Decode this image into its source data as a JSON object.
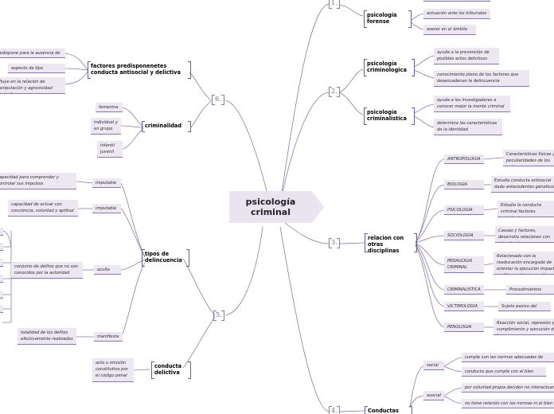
{
  "root": "psicología criminal",
  "branch_numbers": {
    "b1": "1.",
    "b2": "2.",
    "b3": "3.",
    "b4": "4.",
    "b5": "5.",
    "b6": "6."
  },
  "b1": {
    "title": "psicología forense",
    "leaves": [
      "actuación ante los tribunales",
      "asesor en el ámbito"
    ]
  },
  "b2": {
    "criminologica": {
      "title": "psicología criminologica",
      "leaves": [
        "ayuda a la prevención de posibles actos delictivos",
        "conocimiento pleno de los factores que desencadenan la delincuencia"
      ]
    },
    "criminalistica": {
      "title": "psicología criminalistica",
      "leaves": [
        "ayuda a los investigadores a conocer mejor la mente criminal",
        "determina las características de la identidad"
      ]
    }
  },
  "b3": {
    "title": "relacion con otras disciplinas",
    "items": [
      {
        "label": "ANTROPOLOGIA",
        "desc": "Caracteristicas físicas y peculiaridades de los autores"
      },
      {
        "label": "BIOLOGIA",
        "desc": "Estudia conducta antisocial dado antecedentes geneticos"
      },
      {
        "label": "PSICOLOGIA",
        "desc": "Estudia la conducta criminal factores psicologicos"
      },
      {
        "label": "SOCIOLOGIA",
        "desc": "Causas y factores, desarrollo relaciones con otros hechos"
      },
      {
        "label": "PEDAGOGIA CRIMINAL",
        "desc": "Relacionado con la reeducación encargado de orientar la ejecución impacto positivo en la reinserción"
      },
      {
        "label": "CRIMINALISTICA",
        "desc": "Procedimientos aplicados"
      },
      {
        "label": "VICTIMOLOGIA",
        "desc": "Sujeto pasivo del delito"
      },
      {
        "label": "PENOLOGIA",
        "desc": "Reacción social, represión y cumplimiento y ejecución de la pena"
      }
    ]
  },
  "b4": {
    "title": "Conductas",
    "groups": [
      {
        "label": "social",
        "leaves": [
          "cumple con las normas adecuadas de convivencia",
          "conducta que cumple con el bien comun"
        ]
      },
      {
        "label": "asocial",
        "leaves": [
          "por voluntad propia deciden no interactuar",
          "no tiene relación con las normas ni el bien comun"
        ]
      }
    ]
  },
  "b5": {
    "tipos": {
      "title": "tipos de delincuencia",
      "items": [
        {
          "label": "imputable",
          "desc": "capacidad para comprender y controlar sus impulsos"
        },
        {
          "label": "imputable",
          "desc": "capacidad de actuar con conciencia, voluntad y aptitud"
        },
        {
          "label": "oculta",
          "desc": "conjunto de delitos que no son conocidos por la autoridad"
        },
        {
          "label": "manifiesta",
          "desc": "totalidad de los delitos efectivamente realizados"
        }
      ]
    },
    "conducta": {
      "title": "conducta delictiva",
      "leaf": "acto u omisión constitutivo por el código penal"
    }
  },
  "b6": {
    "factores": {
      "title": "factores predisponenetes conducta antisocial y delictiva",
      "leaves": [
        "predispone para la ausencia de conducta",
        "aspecto de tipo emocional",
        "influye en la relación de manipulación y agresividad criminal"
      ]
    },
    "criminalidad": {
      "title": "criminalidad",
      "leaves": [
        "femenina",
        "individual y en grupo",
        "infantil juvenil"
      ]
    }
  }
}
